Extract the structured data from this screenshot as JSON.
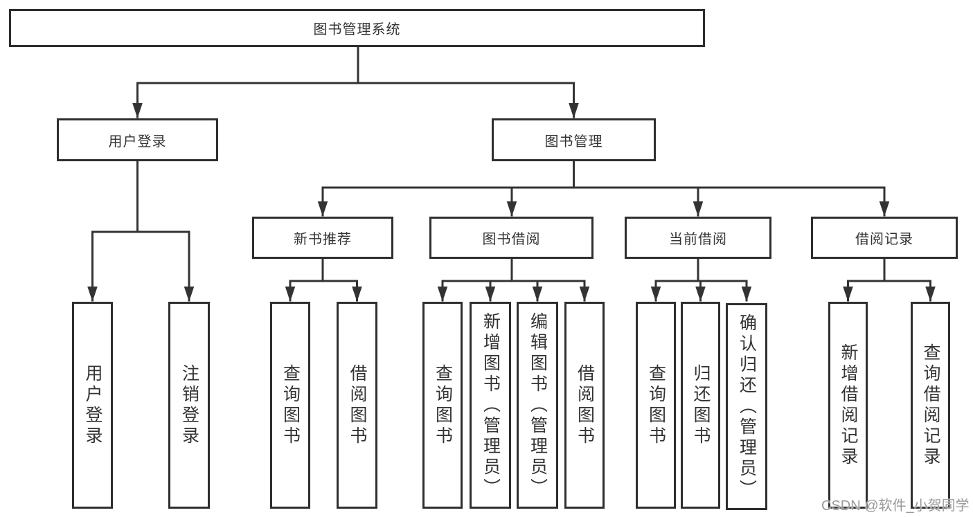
{
  "colors": {
    "line": "#333333",
    "box_border": "#2e2e2e",
    "box_background": "#ffffff",
    "text": "#333333",
    "watermark": "#9a9a9a"
  },
  "watermark": "CSDN @软件_小贺同学",
  "tree": {
    "label": "图书管理系统",
    "children": [
      {
        "label": "用户登录",
        "children": [
          {
            "label": "用户登录"
          },
          {
            "label": "注销登录"
          }
        ]
      },
      {
        "label": "图书管理",
        "children": [
          {
            "label": "新书推荐",
            "children": [
              {
                "label": "查询图书"
              },
              {
                "label": "借阅图书"
              }
            ]
          },
          {
            "label": "图书借阅",
            "children": [
              {
                "label": "查询图书"
              },
              {
                "label": "新增图书（管理员）"
              },
              {
                "label": "编辑图书（管理员）"
              },
              {
                "label": "借阅图书"
              }
            ]
          },
          {
            "label": "当前借阅",
            "children": [
              {
                "label": "查询图书"
              },
              {
                "label": "归还图书"
              },
              {
                "label": "确认归还（管理员）"
              }
            ]
          },
          {
            "label": "借阅记录",
            "children": [
              {
                "label": "新增借阅记录"
              },
              {
                "label": "查询借阅记录"
              }
            ]
          }
        ]
      }
    ]
  }
}
